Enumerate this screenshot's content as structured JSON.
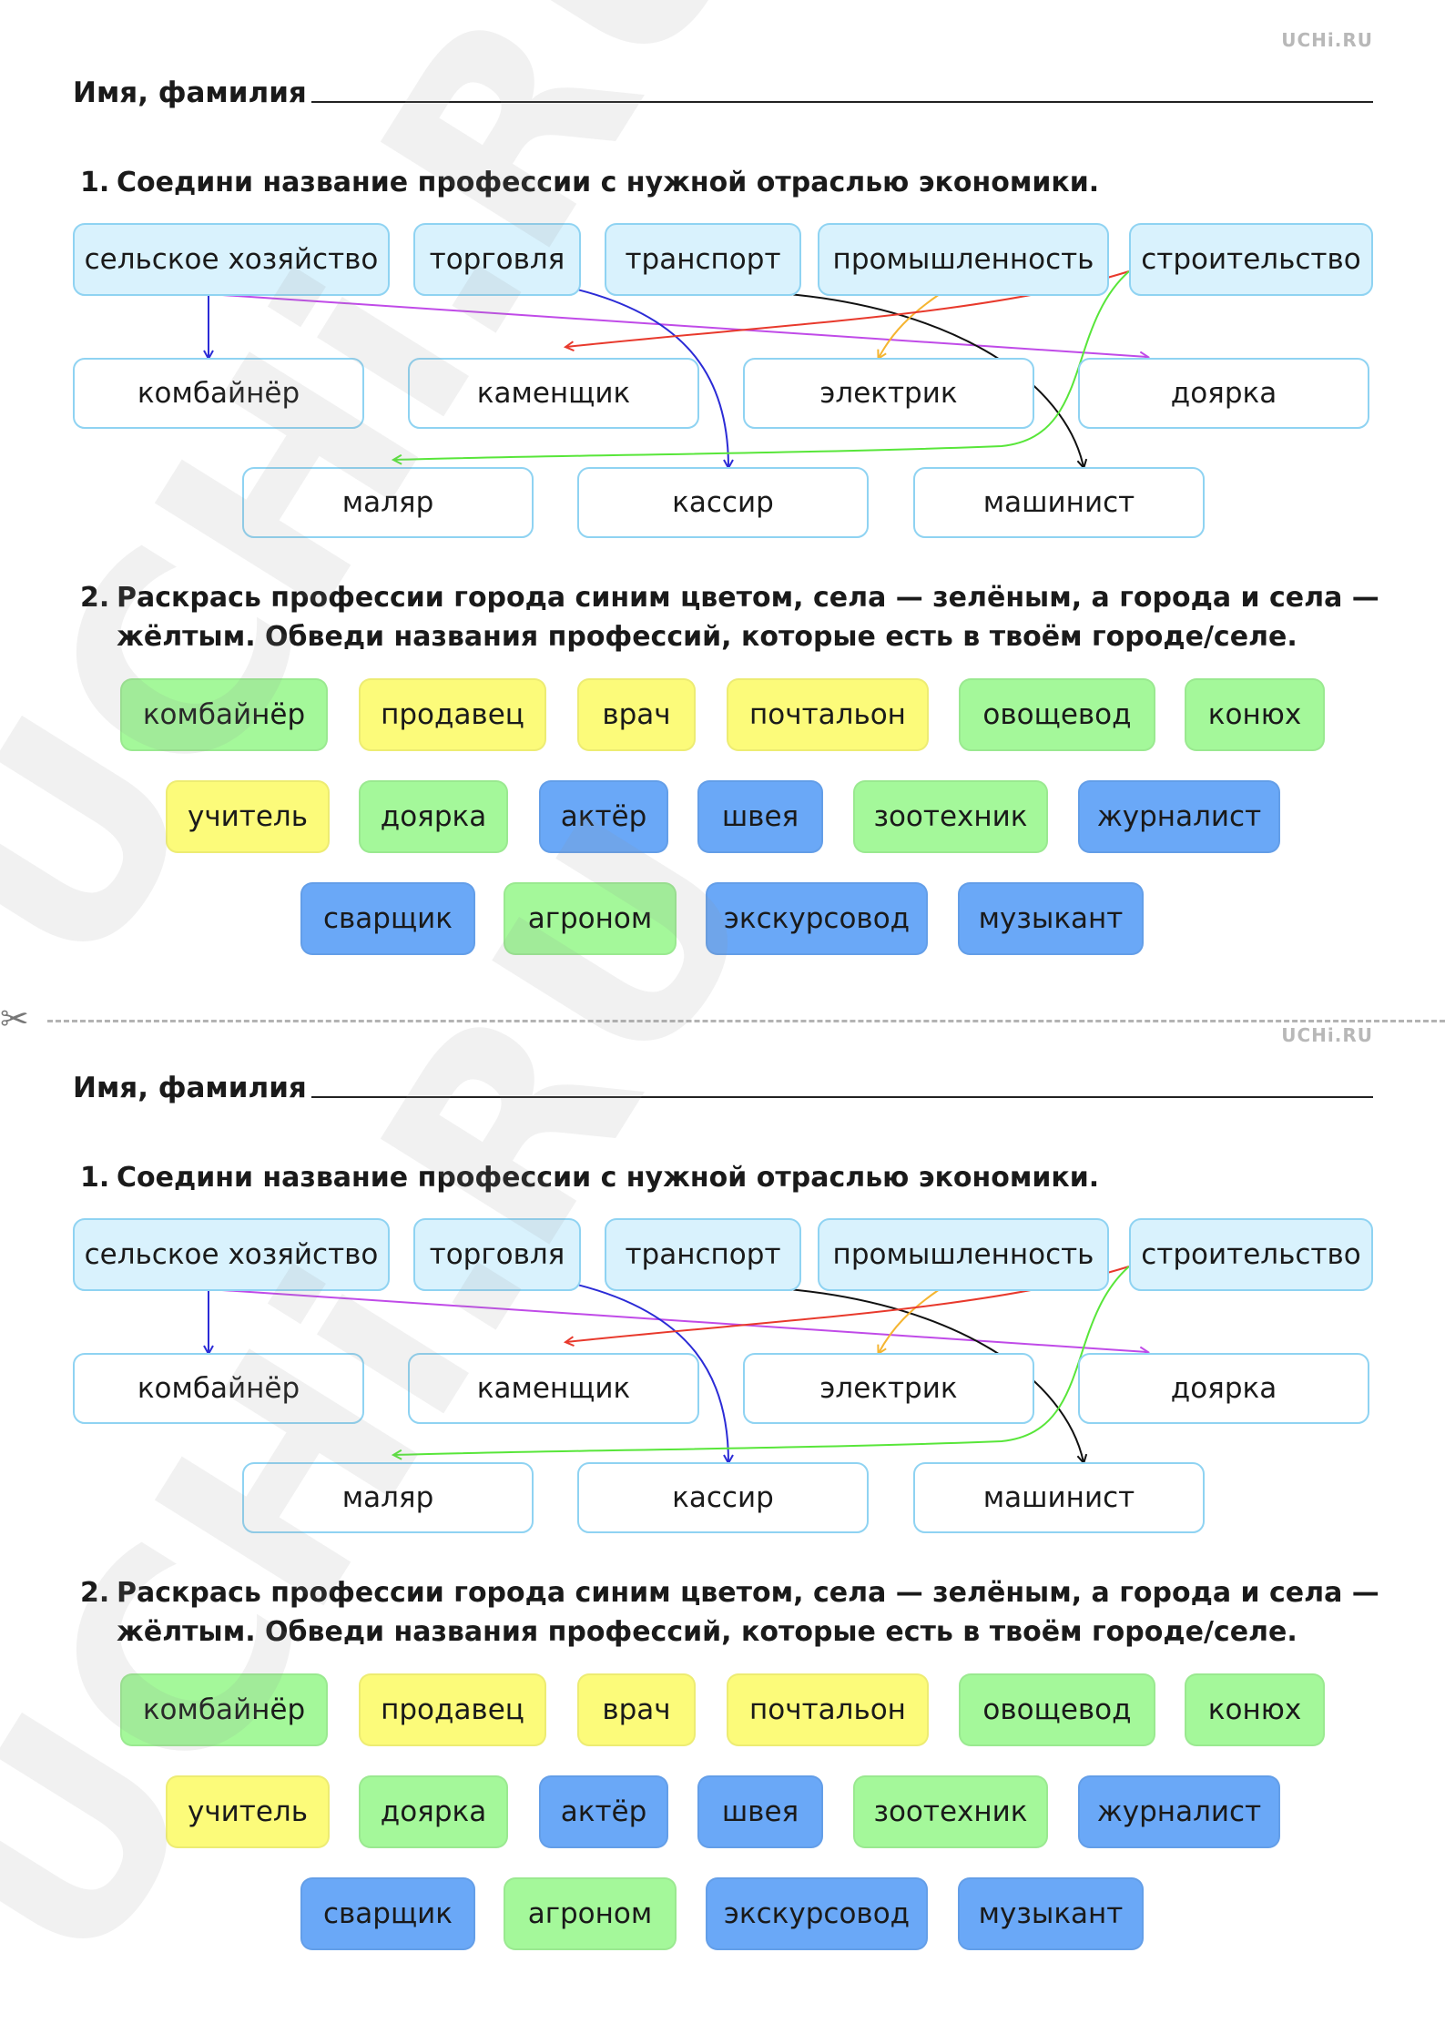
{
  "brand": "UCHi.RU",
  "name_label": "Имя, фамилия",
  "task1": {
    "number": "1.",
    "text": "Соедини название профессии с нужной отраслью экономики."
  },
  "sectors": [
    "сельское хозяйство",
    "торговля",
    "транспорт",
    "промышленность",
    "строительство"
  ],
  "professions": [
    "комбайнёр",
    "каменщик",
    "электрик",
    "доярка",
    "маляр",
    "кассир",
    "машинист"
  ],
  "line_colors": {
    "agriculture_combine": "#2b2bd6",
    "agriculture_milkmaid": "#c04be8",
    "trade_cashier": "#2b2bd6",
    "transport_machinist": "#111111",
    "industry_electrician": "#f5b531",
    "construction_mason": "#e8392c",
    "construction_painter": "#58e63a"
  },
  "task2": {
    "number": "2.",
    "text": "Раскрась профессии города синим цветом, села — зелёным, а города и села —\nжёлтым. Обведи названия профессий, которые есть в твоём городе/селе."
  },
  "chips": [
    {
      "label": "комбайнёр",
      "color": "green"
    },
    {
      "label": "продавец",
      "color": "yellow"
    },
    {
      "label": "врач",
      "color": "yellow"
    },
    {
      "label": "почтальон",
      "color": "yellow"
    },
    {
      "label": "овощевод",
      "color": "green"
    },
    {
      "label": "конюх",
      "color": "green"
    },
    {
      "label": "учитель",
      "color": "yellow"
    },
    {
      "label": "доярка",
      "color": "green"
    },
    {
      "label": "актёр",
      "color": "blue"
    },
    {
      "label": "швея",
      "color": "blue"
    },
    {
      "label": "зоотехник",
      "color": "green"
    },
    {
      "label": "журналист",
      "color": "blue"
    },
    {
      "label": "сварщик",
      "color": "blue"
    },
    {
      "label": "агроном",
      "color": "green"
    },
    {
      "label": "экскурсовод",
      "color": "blue"
    },
    {
      "label": "музыкант",
      "color": "blue"
    }
  ],
  "watermark": "UCHi.RU"
}
